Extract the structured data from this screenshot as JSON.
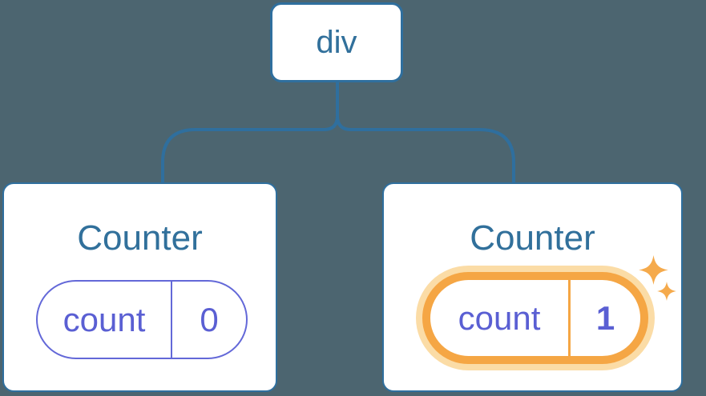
{
  "colors": {
    "background": "#4C6570",
    "blue": "#2F6F9E",
    "blue_text": "#31709B",
    "purple": "#6368D8",
    "purple_text": "#5A5FD3",
    "orange": "#F5A644",
    "orange_light": "#FBDCA6",
    "sparkle": "#F5AA4C",
    "card_bg": "#FFFFFF"
  },
  "tree": {
    "root": {
      "label": "div"
    },
    "children": [
      {
        "title": "Counter",
        "state": {
          "key": "count",
          "value": "0"
        },
        "highlighted": false
      },
      {
        "title": "Counter",
        "state": {
          "key": "count",
          "value": "1"
        },
        "highlighted": true
      }
    ]
  },
  "icons": {
    "highlight_large": "sparkle-icon",
    "highlight_small": "sparkle-icon"
  }
}
